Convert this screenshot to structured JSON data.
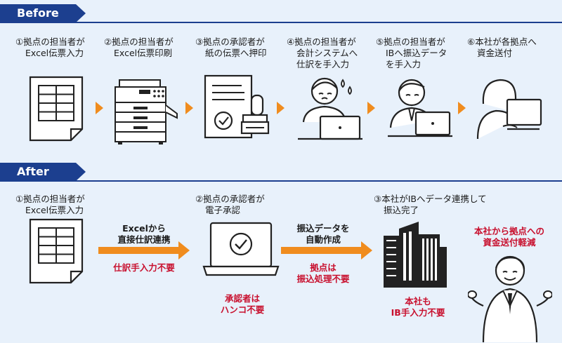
{
  "before": {
    "label": "Before",
    "steps": [
      {
        "num": "①",
        "line1": "拠点の担当者が",
        "line2": "Excel伝票入力",
        "line3": ""
      },
      {
        "num": "②",
        "line1": "拠点の担当者が",
        "line2": "Excel伝票印刷",
        "line3": ""
      },
      {
        "num": "③",
        "line1": "拠点の承認者が",
        "line2": "紙の伝票へ押印",
        "line3": ""
      },
      {
        "num": "④",
        "line1": "拠点の担当者が",
        "line2": "会計システムへ",
        "line3": "仕訳を手入力"
      },
      {
        "num": "⑤",
        "line1": "拠点の担当者が",
        "line2": "IBへ振込データ",
        "line3": "を手入力"
      },
      {
        "num": "⑥",
        "line1": "本社が各拠点へ",
        "line2": "資金送付",
        "line3": ""
      }
    ]
  },
  "after": {
    "label": "After",
    "steps": [
      {
        "num": "①",
        "line1": "拠点の担当者が",
        "line2": "Excel伝票入力"
      },
      {
        "num": "②",
        "line1": "拠点の承認者が",
        "line2": "電子承認"
      },
      {
        "num": "③",
        "line1": "本社がIBへデータ連携して",
        "line2": "振込完了"
      }
    ],
    "arrow1": {
      "top1": "Excelから",
      "top2": "直接仕訳連携",
      "bottom": "仕訳手入力不要"
    },
    "arrow2": {
      "top1": "振込データを",
      "top2": "自動作成",
      "bottom1": "拠点は",
      "bottom2": "振込処理不要"
    },
    "note_approver": {
      "line1": "承認者は",
      "line2": "ハンコ不要"
    },
    "note_hq": {
      "line1": "本社も",
      "line2": "IB手入力不要"
    },
    "note_result": {
      "line1": "本社から拠点への",
      "line2": "資金送付軽減"
    }
  },
  "colors": {
    "navy": "#1c3f8f",
    "orange": "#f08c1e",
    "red": "#c8102e",
    "background": "#e8f1fb"
  }
}
